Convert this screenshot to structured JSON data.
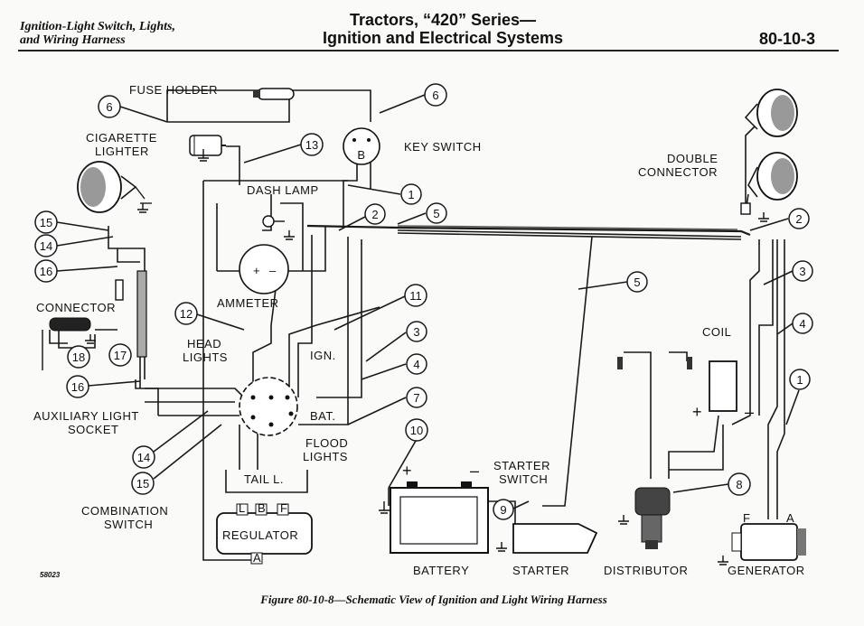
{
  "header": {
    "left_line1": "Ignition-Light Switch, Lights,",
    "left_line2": "and Wiring Harness",
    "center_line1": "Tractors, “420” Series—",
    "center_line2": "Ignition and Electrical Systems",
    "page_number": "80-10-3"
  },
  "labels": {
    "fuse_holder": "FUSE HOLDER",
    "cigarette": "CIGARETTE",
    "lighter": "LIGHTER",
    "key_switch": "KEY SWITCH",
    "dash_lamp": "DASH LAMP",
    "ammeter": "AMMETER",
    "connector": "CONNECTOR",
    "head": "HEAD",
    "lights": "LIGHTS",
    "ign": "IGN.",
    "bat": "BAT.",
    "flood": "FLOOD",
    "flood_lights": "LIGHTS",
    "auxiliary_light": "AUXILIARY LIGHT",
    "socket": "SOCKET",
    "tail_l": "TAIL L.",
    "combination": "COMBINATION",
    "switch": "SWITCH",
    "regulator": "REGULATOR",
    "battery": "BATTERY",
    "starter_line1": "STARTER",
    "starter_line2": "SWITCH",
    "starter": "STARTER",
    "distributor": "DISTRIBUTOR",
    "generator": "GENERATOR",
    "coil": "COIL",
    "double": "DOUBLE",
    "double_connector": "CONNECTOR",
    "key_b": "B",
    "reg_l": "L",
    "reg_b": "B",
    "reg_f": "F",
    "reg_a": "A",
    "gen_f": "F",
    "gen_a": "A",
    "plus": "+",
    "minus": "–",
    "amm_plus": "+",
    "amm_minus": "–"
  },
  "callouts": {
    "c_6_left": "6",
    "c_6_right": "6",
    "c_13": "13",
    "c_1_dash": "1",
    "c_2_dash": "2",
    "c_5_top": "5",
    "c_2_right": "2",
    "c_3_right": "3",
    "c_5_mid": "5",
    "c_4_right": "4",
    "c_1_right": "1",
    "c_15_top": "15",
    "c_14_top": "14",
    "c_16_top": "16",
    "c_18": "18",
    "c_17": "17",
    "c_16_low": "16",
    "c_12": "12",
    "c_11": "11",
    "c_3_mid": "3",
    "c_4_mid": "4",
    "c_7": "7",
    "c_10": "10",
    "c_14_low": "14",
    "c_15_low": "15",
    "c_9": "9",
    "c_8": "8"
  },
  "figure": {
    "number": "58023",
    "caption": "Figure 80-10-8—Schematic View of Ignition and Light Wiring Harness"
  }
}
